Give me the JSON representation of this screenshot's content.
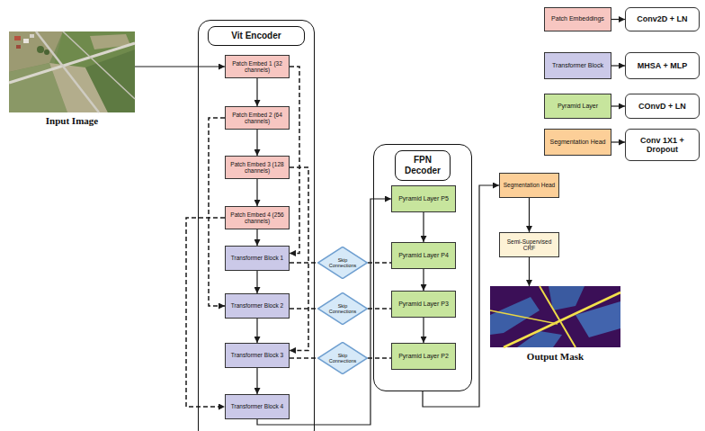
{
  "diagram": {
    "nodes": [
      {
        "text": [
          "Input Image"
        ]
      },
      {
        "text": [
          "Vit Encoder"
        ]
      },
      {
        "text": [
          "Patch Embed 1 (32 channels)"
        ],
        "in": 1
      },
      {
        "text": [
          "Patch Embed 2 (64 channels)"
        ],
        "in": 1
      },
      {
        "text": [
          "Patch Embed 3 (128 channels)"
        ],
        "in": 1
      },
      {
        "text": [
          "Patch Embed 4 (256 channels)"
        ],
        "in": 1
      },
      {
        "text": [
          "Transformer Block 1"
        ],
        "in": 1
      },
      {
        "text": [
          "Transformer Block 2"
        ],
        "in": 1
      },
      {
        "text": [
          "Transformer Block 3"
        ],
        "in": 1
      },
      {
        "text": [
          "Transformer Block 4"
        ],
        "in": 1
      },
      {
        "text": [
          "Skip Connections"
        ]
      },
      {
        "text": [
          "Skip Connections"
        ]
      },
      {
        "text": [
          "Skip Connections"
        ]
      },
      {
        "text": [
          "FPN Decoder"
        ]
      },
      {
        "text": [
          "Pyramid Layer P5"
        ],
        "in": 13
      },
      {
        "text": [
          "Pyramid Layer P4"
        ],
        "in": 13
      },
      {
        "text": [
          "Pyramid Layer P3"
        ],
        "in": 13
      },
      {
        "text": [
          "Pyramid Layer P2"
        ],
        "in": 13
      },
      {
        "text": [
          "Segmentation Head"
        ]
      },
      {
        "text": [
          "Semi-Supervised CRF"
        ]
      },
      {
        "text": [
          "Output Mask"
        ]
      },
      {
        "text": [
          "Patch Embeddings"
        ]
      },
      {
        "text": [
          "Conv2D + LN"
        ]
      },
      {
        "text": [
          "Transformer Block"
        ]
      },
      {
        "text": [
          "MHSA + MLP"
        ]
      },
      {
        "text": [
          "Pyramid Layer"
        ]
      },
      {
        "text": [
          "COnvD + LN"
        ]
      },
      {
        "text": [
          "Segmentation Head"
        ]
      },
      {
        "text": [
          "Conv 1X1 + Dropout"
        ]
      }
    ],
    "edges": [
      {
        "from": 0,
        "to": 2,
        "arrow": "to"
      },
      {
        "from": 2,
        "to": 3,
        "arrow": "to"
      },
      {
        "from": 3,
        "to": 4,
        "arrow": "to"
      },
      {
        "from": 4,
        "to": 5,
        "arrow": "to"
      },
      {
        "from": 5,
        "to": 6,
        "arrow": "to"
      },
      {
        "from": 6,
        "to": 7,
        "arrow": "to"
      },
      {
        "from": 7,
        "to": 8,
        "arrow": "to"
      },
      {
        "from": 8,
        "to": 9,
        "arrow": "to"
      },
      {
        "from": 2,
        "to": 6,
        "arrow": "to"
      },
      {
        "from": 3,
        "to": 7,
        "arrow": "to"
      },
      {
        "from": 4,
        "to": 8,
        "arrow": "to"
      },
      {
        "from": 5,
        "to": 9,
        "arrow": "to"
      },
      {
        "from": 6,
        "to": 10,
        "arrow": "none"
      },
      {
        "from": 10,
        "to": 15,
        "arrow": "none"
      },
      {
        "from": 7,
        "to": 11,
        "arrow": "none"
      },
      {
        "from": 11,
        "to": 16,
        "arrow": "none"
      },
      {
        "from": 8,
        "to": 12,
        "arrow": "none"
      },
      {
        "from": 12,
        "to": 17,
        "arrow": "none"
      },
      {
        "from": 14,
        "to": 15,
        "arrow": "to"
      },
      {
        "from": 15,
        "to": 16,
        "arrow": "to"
      },
      {
        "from": 16,
        "to": 17,
        "arrow": "to"
      },
      {
        "from": 9,
        "to": 14,
        "arrow": "to"
      },
      {
        "from": 13,
        "to": 18,
        "arrow": "to"
      },
      {
        "from": 18,
        "to": 19,
        "arrow": "to"
      },
      {
        "from": 19,
        "to": 20,
        "arrow": "to"
      },
      {
        "from": 21,
        "to": 22,
        "arrow": "to"
      },
      {
        "from": 23,
        "to": 24,
        "arrow": "to"
      },
      {
        "from": 25,
        "to": 26,
        "arrow": "to"
      },
      {
        "from": 27,
        "to": 28,
        "arrow": "to"
      }
    ]
  }
}
